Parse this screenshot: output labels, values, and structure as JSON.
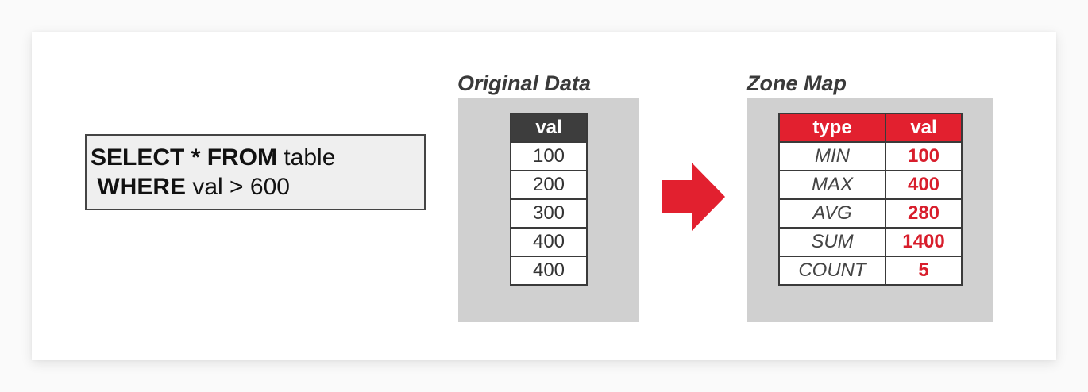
{
  "query": {
    "line1": {
      "keyword": "SELECT * FROM",
      "rest": " table"
    },
    "line2": {
      "keyword": "WHERE",
      "rest": " val > 600"
    }
  },
  "original_data": {
    "title": "Original Data",
    "header": "val",
    "values": [
      "100",
      "200",
      "300",
      "400",
      "400"
    ]
  },
  "zone_map": {
    "title": "Zone Map",
    "headers": [
      "type",
      "val"
    ],
    "rows": [
      {
        "type": "MIN",
        "val": "100"
      },
      {
        "type": "MAX",
        "val": "400"
      },
      {
        "type": "AVG",
        "val": "280"
      },
      {
        "type": "SUM",
        "val": "1400"
      },
      {
        "type": "COUNT",
        "val": "5"
      }
    ]
  },
  "colors": {
    "accent_red": "#e2202f",
    "header_dark": "#3d3d3d",
    "panel_gray": "#d0d0d0"
  }
}
